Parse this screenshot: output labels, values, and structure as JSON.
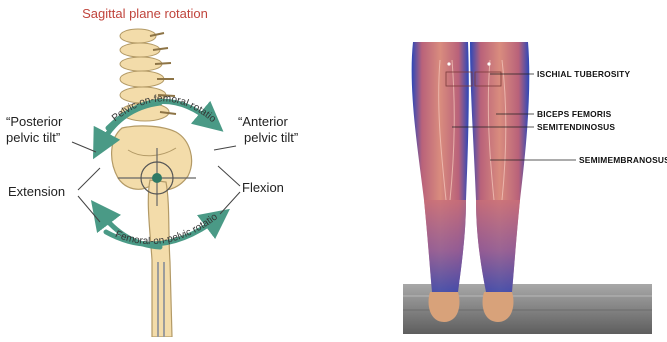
{
  "left_figure": {
    "title": "Sagittal plane rotation",
    "posterior_tilt_line1": "“Posterior",
    "posterior_tilt_line2": "pelvic tilt”",
    "anterior_tilt_line1": "“Anterior",
    "anterior_tilt_line2": "pelvic tilt”",
    "extension": "Extension",
    "flexion": "Flexion",
    "pelvic_on_femoral": "Pelvic-on-femoral rotation",
    "femoral_on_pelvic": "Femoral-on-pelvic rotation"
  },
  "right_figure": {
    "ischial_tuberosity": "ISCHIAL TUBEROSITY",
    "biceps_femoris": "BICEPS FEMORIS",
    "semitendinosus": "SEMITENDINOSUS",
    "semimembranosus": "SEMIMEMBRANOSUS"
  },
  "colors": {
    "title": "#c0443c",
    "bone": "#f3dcaa",
    "bone_stroke": "#b39a66",
    "arrow": "#4a9a86",
    "muscle": "#d4807a",
    "leg_blue": "#2a46b4",
    "floor": "#8f8f8f"
  }
}
